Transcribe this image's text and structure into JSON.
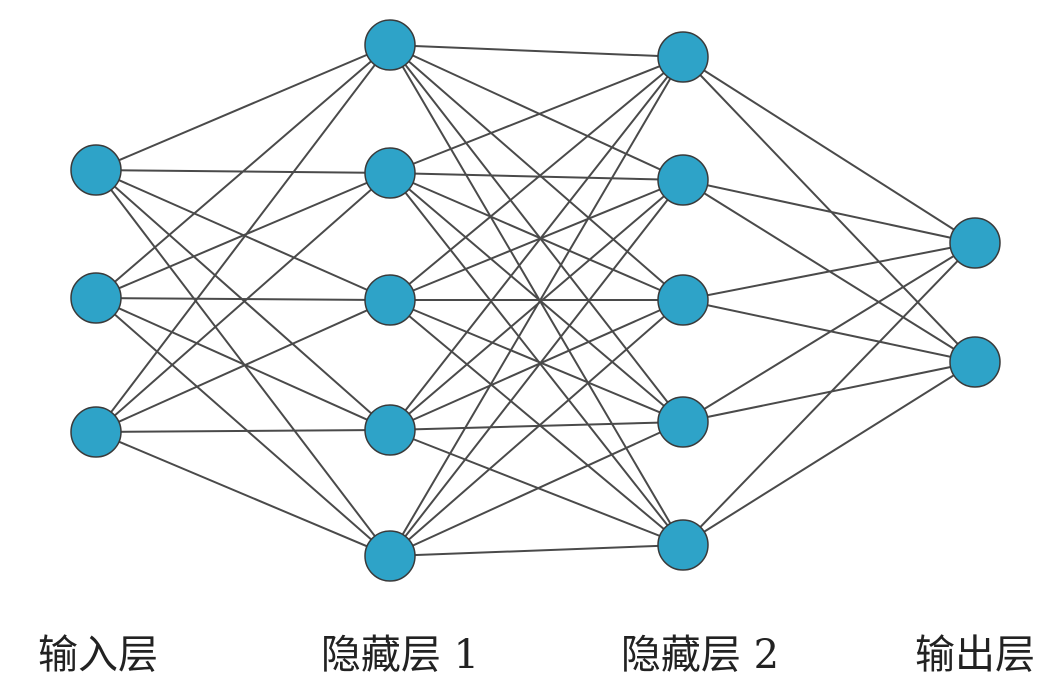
{
  "diagram": {
    "type": "fully-connected neural network",
    "layers": [
      {
        "label": "输入层",
        "nodes": 3
      },
      {
        "label": "隐藏层 1",
        "nodes": 5
      },
      {
        "label": "隐藏层 2",
        "nodes": 5
      },
      {
        "label": "输出层",
        "nodes": 2
      }
    ],
    "colors": {
      "node_fill": "#2ea3c8",
      "node_stroke": "#3a3a3a",
      "edge": "#4a4a4a"
    }
  }
}
